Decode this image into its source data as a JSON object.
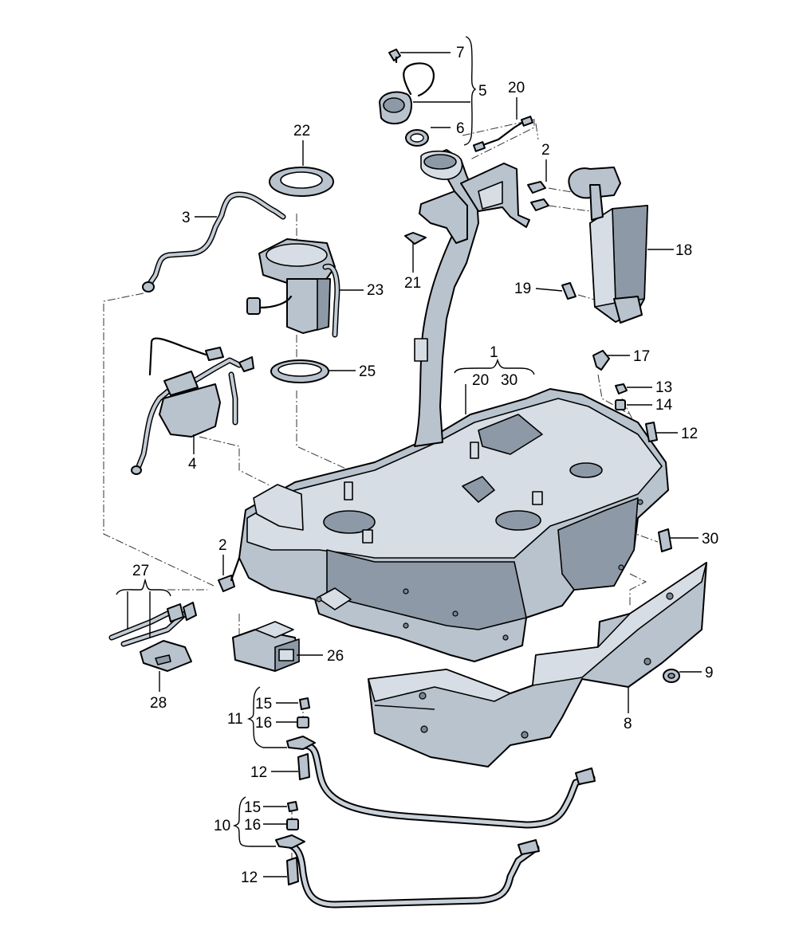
{
  "callouts": {
    "c1": "1",
    "c2a": "2",
    "c2b": "2",
    "c3": "3",
    "c4": "4",
    "c5": "5",
    "c6": "6",
    "c7": "7",
    "c8": "8",
    "c9": "9",
    "c10": "10",
    "c11": "11",
    "c12a": "12",
    "c12b": "12",
    "c12c": "12",
    "c13": "13",
    "c14": "14",
    "c15a": "15",
    "c15b": "15",
    "c16a": "16",
    "c16b": "16",
    "c17": "17",
    "c18": "18",
    "c19": "19",
    "c20a": "20",
    "c20b": "20",
    "c21": "21",
    "c22": "22",
    "c23": "23",
    "c25": "25",
    "c26": "26",
    "c27": "27",
    "c28": "28",
    "c30a": "30",
    "c30b": "30"
  }
}
